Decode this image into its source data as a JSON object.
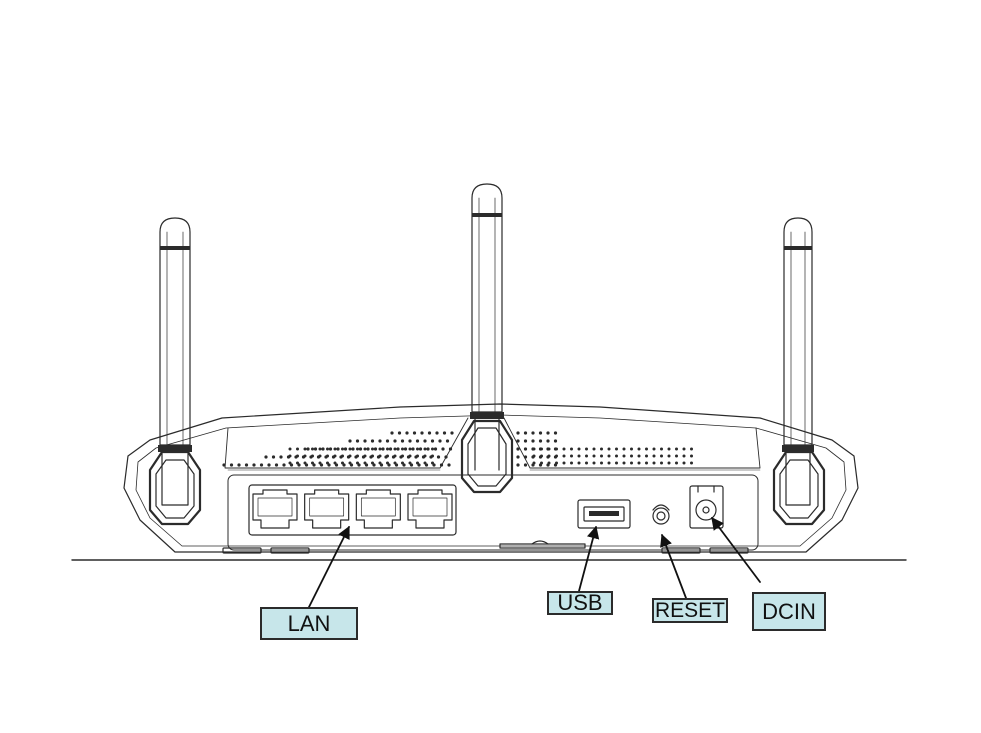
{
  "labels": {
    "lan": "LAN",
    "usb": "USB",
    "reset": "RESET",
    "dcin": "DCIN"
  },
  "colors": {
    "outline": "#2b2b2b",
    "label_fill": "#c7e6ea",
    "background": "#ffffff"
  },
  "parts": {
    "antennas": 3,
    "lan_ports": 4
  }
}
